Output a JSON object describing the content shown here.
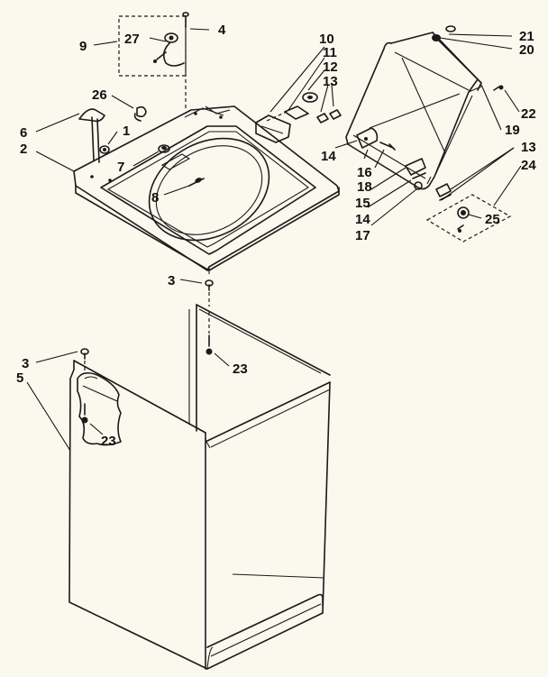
{
  "callouts": {
    "c1": "1",
    "c2": "2",
    "c3a": "3",
    "c3b": "3",
    "c4": "4",
    "c5": "5",
    "c6": "6",
    "c7": "7",
    "c8": "8",
    "c9": "9",
    "c10": "10",
    "c11": "11",
    "c12": "12",
    "c13a": "13",
    "c13b": "13",
    "c14a": "14",
    "c14b": "14",
    "c15": "15",
    "c16": "16",
    "c17": "17",
    "c18": "18",
    "c19": "19",
    "c20": "20",
    "c21": "21",
    "c22": "22",
    "c23a": "23",
    "c23b": "23",
    "c24": "24",
    "c25": "25",
    "c26": "26",
    "c27": "27"
  }
}
